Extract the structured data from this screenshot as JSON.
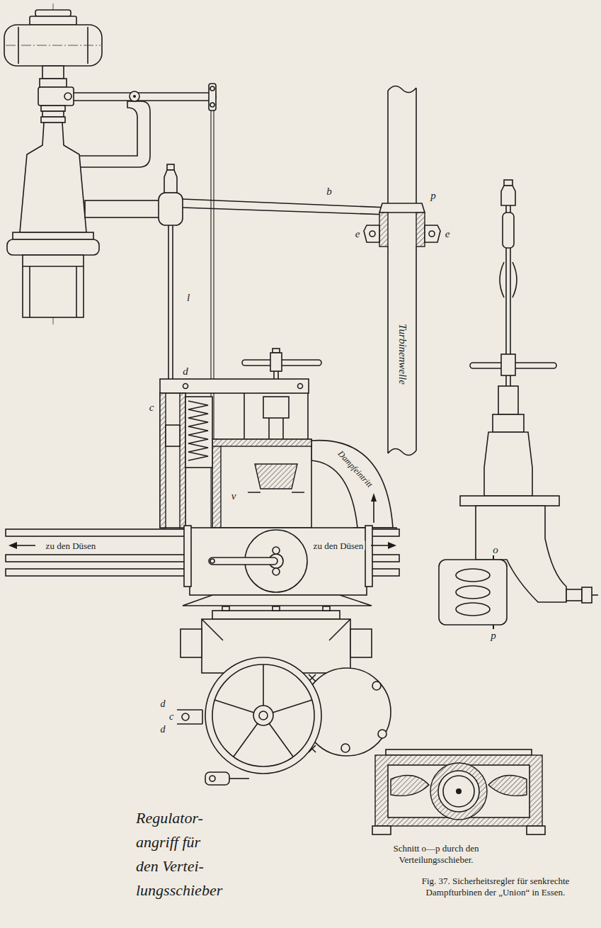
{
  "diagram": {
    "caption": "Fig. 37. Sicherheitsregler für senkrechte Dampfturbinen der „Union“ in Essen.",
    "labels": [
      "b",
      "p",
      "e",
      "e",
      "l",
      "d",
      "c",
      "v",
      "Dampfeintritt",
      "Turbinenwelle",
      "zu den Düsen",
      "zu den Düsen",
      "o",
      "p",
      "d",
      "c",
      "d",
      "Regulator- angriff für den Vertei- lungsschieber",
      "Schnitt o—p durch den Verteilungsschieber."
    ]
  }
}
